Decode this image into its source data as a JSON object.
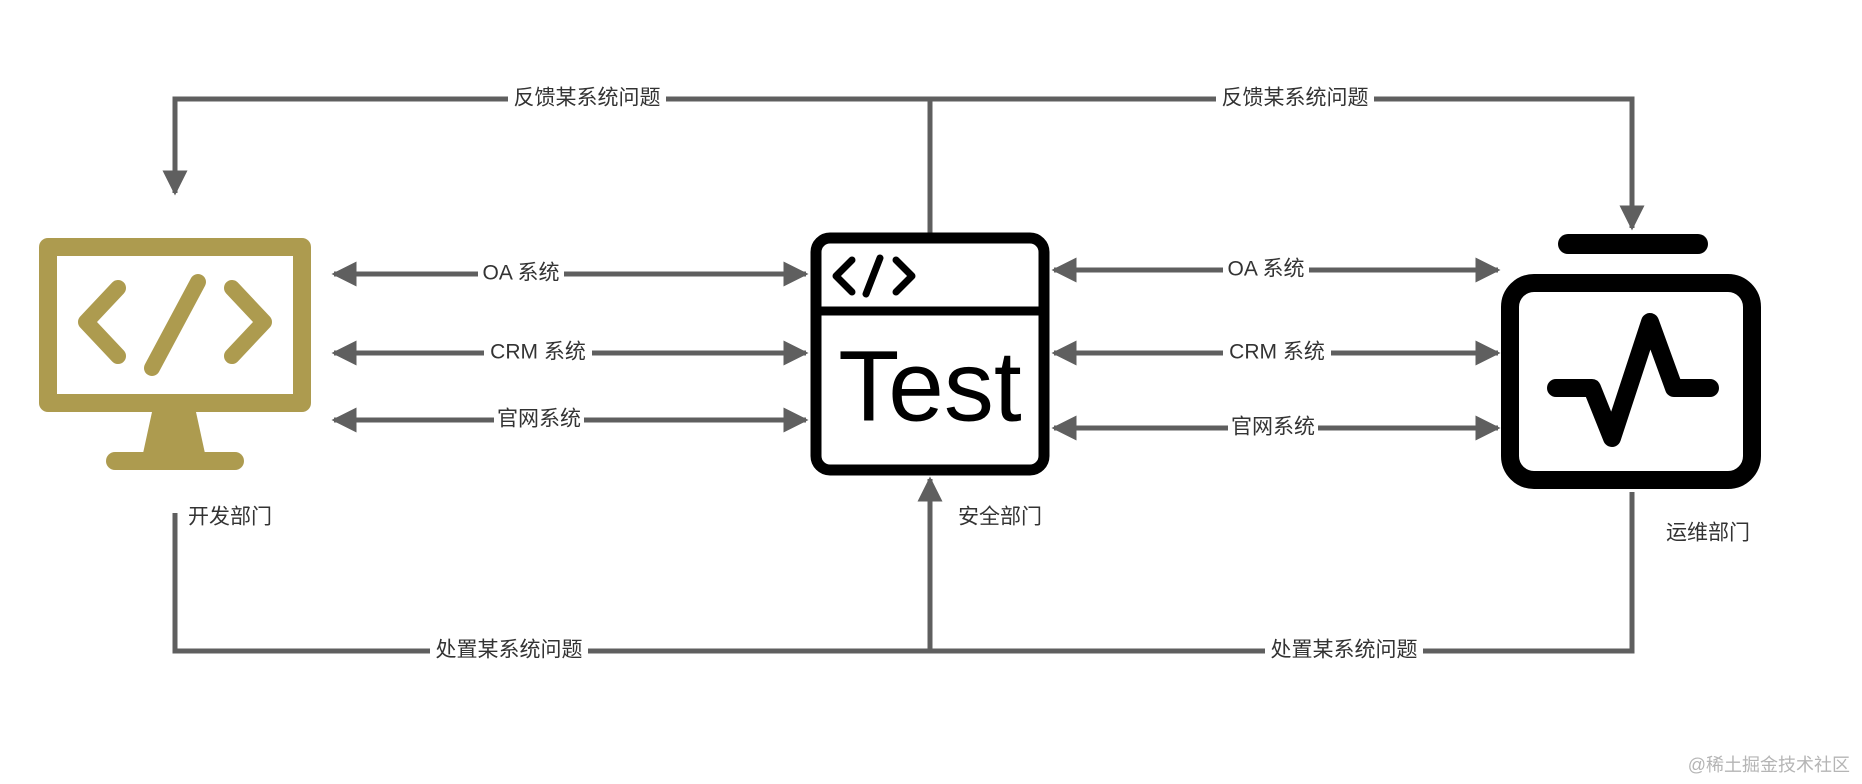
{
  "diagram": {
    "nodes": {
      "dev": {
        "label": "开发部门",
        "icon": "code-monitor-icon",
        "color": "#ad9b4f"
      },
      "security": {
        "label": "安全部门",
        "icon": "code-test-window-icon",
        "inner_text": "Test",
        "color": "#000000"
      },
      "ops": {
        "label": "运维部门",
        "icon": "pulse-monitor-icon",
        "color": "#000000"
      }
    },
    "edges": {
      "feedback_left": "反馈某系统问题",
      "feedback_right": "反馈某系统问题",
      "handle_left": "处置某系统问题",
      "handle_right": "处置某系统问题",
      "left_oa": "OA 系统",
      "left_crm": "CRM 系统",
      "left_web": "官网系统",
      "right_oa": "OA 系统",
      "right_crm": "CRM 系统",
      "right_web": "官网系统"
    },
    "edge_color": "#5f5f5f"
  },
  "watermark": "@稀土掘金技术社区"
}
